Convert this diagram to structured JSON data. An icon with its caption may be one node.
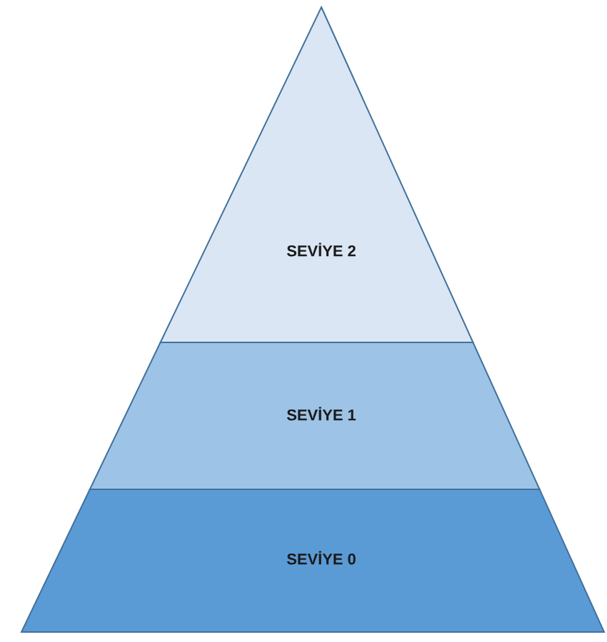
{
  "diagram": {
    "nodes": [
      {
        "text": [
          "SEVİYE 2"
        ]
      },
      {
        "text": [
          "SEVİYE 1"
        ]
      },
      {
        "text": [
          "SEVİYE 0"
        ]
      }
    ]
  }
}
